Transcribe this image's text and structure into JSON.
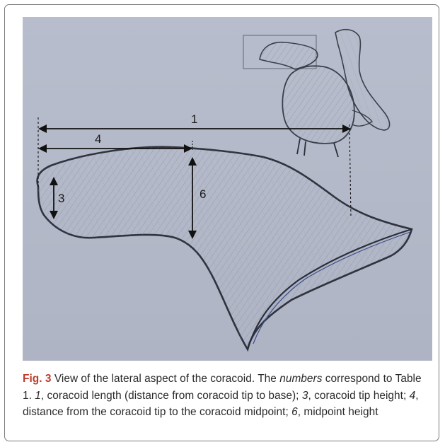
{
  "figure": {
    "label": "Fig. 3",
    "caption": {
      "lead": " View of the lateral aspect of the coracoid. The ",
      "numbers_word": "numbers",
      "after_numbers": " correspond to Table 1. ",
      "n1": "1",
      "d1": ", coracoid length (distance from coracoid tip to base); ",
      "n3": "3",
      "d3": ", coracoid tip height; ",
      "n4": "4",
      "d4": ", distance from the coracoid tip to the coracoid midpoint; ",
      "n6": "6",
      "d6": ", midpoint height"
    },
    "drawing_labels": {
      "length": "1",
      "tip_height": "3",
      "tip_to_midpoint": "4",
      "midpoint_height": "6"
    },
    "colors": {
      "paper": "#b5bbca",
      "pencil": "#3a3f4a",
      "arrow": "#111111",
      "label_accent": "#c0392b"
    }
  }
}
